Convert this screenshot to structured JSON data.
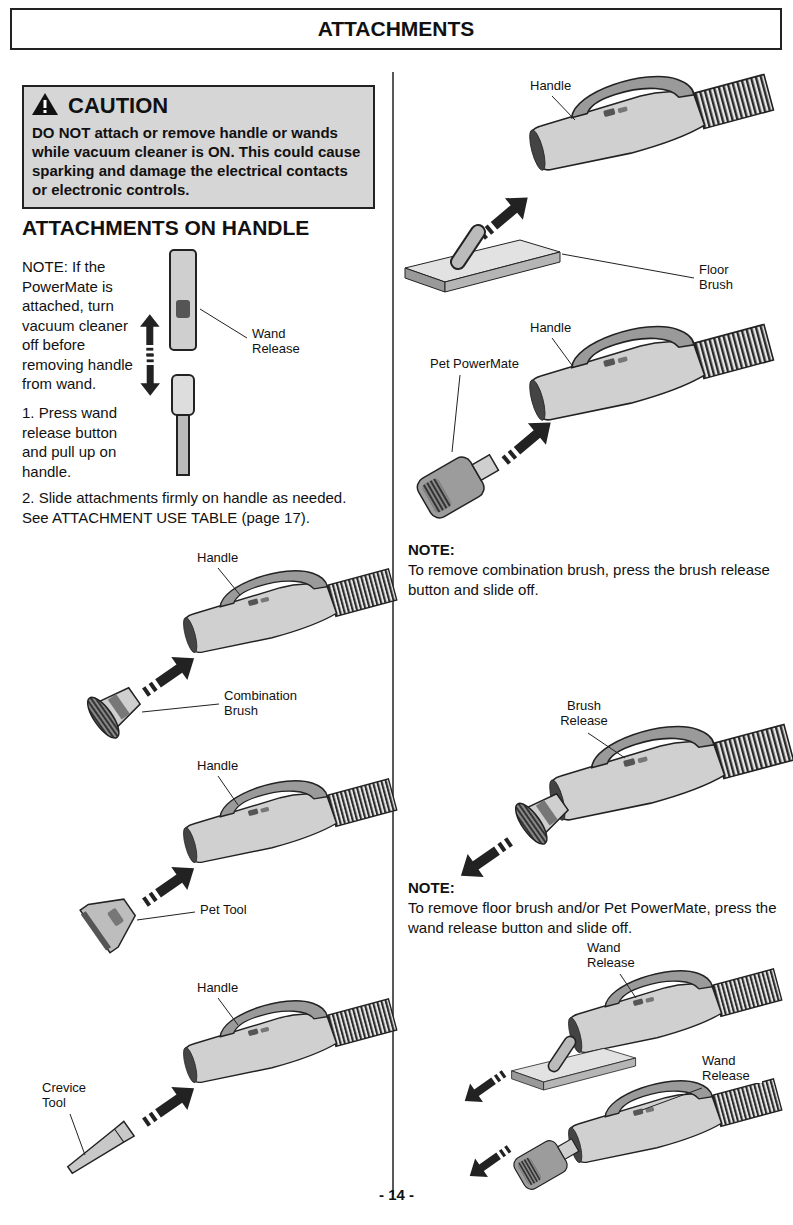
{
  "diagram": {
    "title": "ATTACHMENTS",
    "nodes": [
      {
        "text": [
          "CAUTION",
          "DO NOT attach or remove handle or wands while vacuum cleaner is ON. This could cause sparking and damage the electrical contacts or electronic controls."
        ]
      }
    ],
    "labels": [
      "ATTACHMENTS ON HANDLE",
      "NOTE: If the PowerMate is attached, turn vacuum cleaner off before removing handle from wand.",
      "Wand Release",
      "1. Press wand release button and pull up on handle.",
      "2. Slide attachments firmly on handle as needed. See ATTACHMENT USE TABLE (page 17).",
      "Handle",
      "Combination Brush",
      "Handle",
      "Pet Tool",
      "Handle",
      "Crevice Tool",
      "Handle",
      "Floor Brush",
      "Handle",
      "Pet PowerMate",
      "NOTE:",
      "To remove combination brush, press the brush release button and slide off.",
      "Brush Release",
      "NOTE:",
      "To remove floor brush and/or Pet PowerMate, press the wand release button and slide off.",
      "Wand Release",
      "Wand Release",
      "- 14 -"
    ]
  }
}
